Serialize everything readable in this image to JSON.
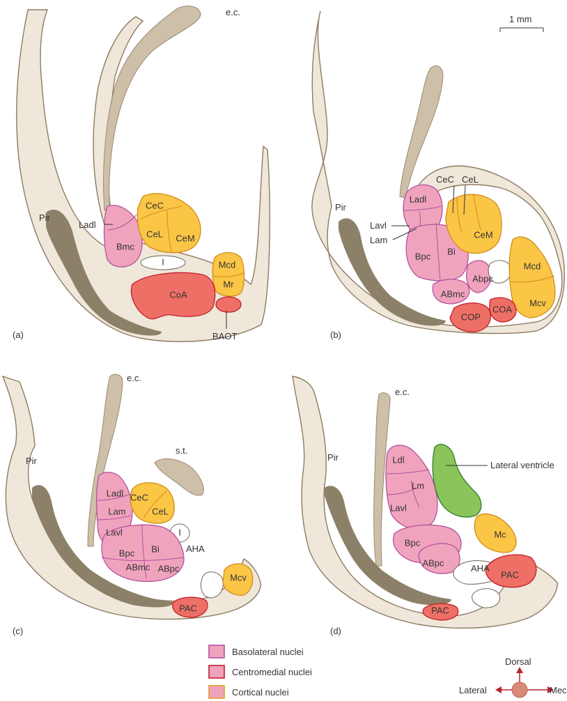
{
  "panels": {
    "a": {
      "tag": "(a)",
      "ec": "e.c.",
      "pir": "Pir",
      "ladl": "Ladl",
      "bmc": "Bmc",
      "i": "I",
      "cec": "CeC",
      "cel": "CeL",
      "cem": "CeM",
      "mcd": "Mcd",
      "mr": "Mr",
      "coa": "CoA",
      "baot": "BAOT"
    },
    "b": {
      "tag": "(b)",
      "pir": "Pir",
      "ladl": "Ladl",
      "lavl": "Lavl",
      "lam": "Lam",
      "bpc": "Bpc",
      "bi": "Bi",
      "cec": "CeC",
      "cel": "CeL",
      "cem": "CeM",
      "abpc": "Abpc",
      "abmc": "ABmc",
      "mcd": "Mcd",
      "mcv": "Mcv",
      "cop": "COP",
      "coa": "COA"
    },
    "c": {
      "tag": "(c)",
      "ec": "e.c.",
      "pir": "Pir",
      "st": "s.t.",
      "ladl": "Ladl",
      "lam": "Lam",
      "lavl": "Lavl",
      "cec": "CeC",
      "cel": "CeL",
      "i": "I",
      "aha": "AHA",
      "bpc": "Bpc",
      "bi": "Bi",
      "abmc": "ABmc",
      "abpc": "ABpc",
      "mcv": "Mcv",
      "pac": "PAC"
    },
    "d": {
      "tag": "(d)",
      "ec": "e.c.",
      "pir": "Pir",
      "ldl": "Ldl",
      "lm": "Lm",
      "lavl": "Lavl",
      "bpc": "Bpc",
      "abpc": "ABpc",
      "aha": "AHA",
      "pac_upper": "PAC",
      "pac_lower": "PAC",
      "mc": "Mc",
      "lateral_ventricle": "Lateral ventricle"
    }
  },
  "scale_bar": {
    "label": "1 mm"
  },
  "legend": {
    "items": [
      {
        "label": "Basolateral nuclei",
        "border": "#b2519e",
        "fill": "#f0a3bd"
      },
      {
        "label": "Centromedial nuclei",
        "border": "#c01f2a",
        "fill": "#f0a3bd"
      },
      {
        "label": "Cortical nuclei",
        "border": "#e39a2a",
        "fill": "#f0a3bd"
      }
    ]
  },
  "orientation": {
    "dorsal": "Dorsal",
    "lateral": "Lateral",
    "medial": "Mec"
  },
  "colors": {
    "basolateral_fill": "#f0a3bd",
    "centromedial_fill": "#ee6f66",
    "cortical_fill": "#fbc646",
    "ventricle_fill": "#8ac45a",
    "tissue_fill": "#efe7d9",
    "tract_fill": "#cdbfa8"
  }
}
